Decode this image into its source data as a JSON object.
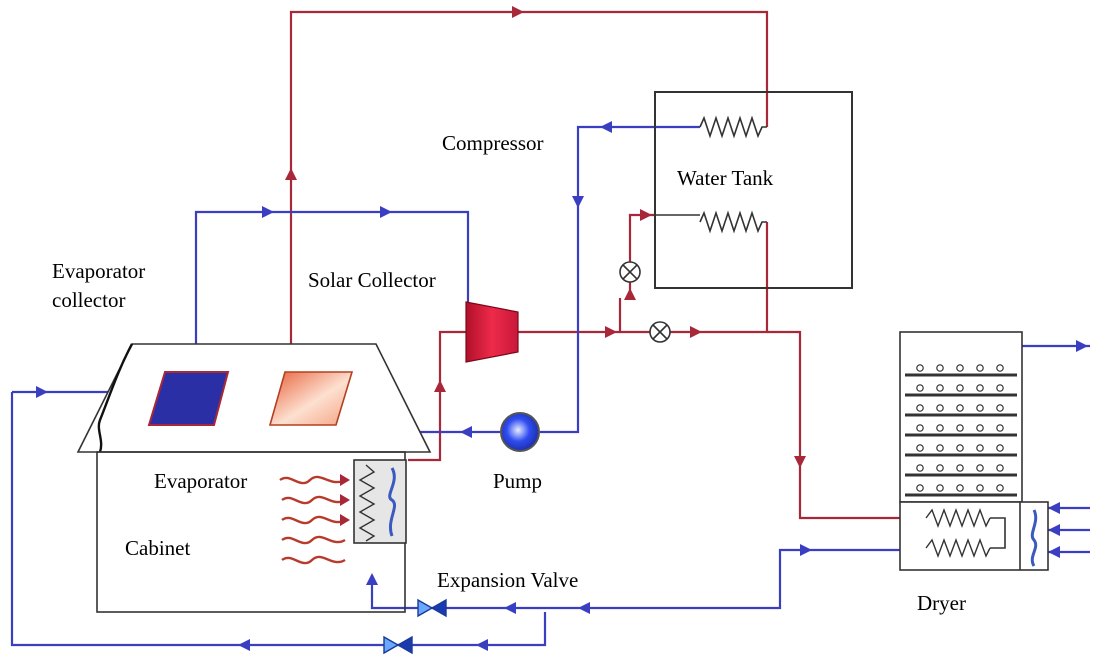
{
  "labels": {
    "compressor": "Compressor",
    "water_tank": "Water Tank",
    "evaporator_collector_line1": "Evaporator",
    "evaporator_collector_line2": "collector",
    "solar_collector": "Solar Collector",
    "evaporator": "Evaporator",
    "pump": "Pump",
    "cabinet": "Cabinet",
    "expansion_valve": "Expansion Valve",
    "dryer": "Dryer"
  },
  "colors": {
    "refrigerant_line": "#a8283a",
    "water_line": "#3a3ec0",
    "compressor_fill": "#d81b3c",
    "collector_blue": "#2b2fa6",
    "pump_blue": "#2440d8",
    "outline": "#333333"
  },
  "icons": [
    "arrow-icon",
    "valve-icon",
    "expansion-valve-icon",
    "fan-icon",
    "heat-wave-icon",
    "coil-icon"
  ]
}
